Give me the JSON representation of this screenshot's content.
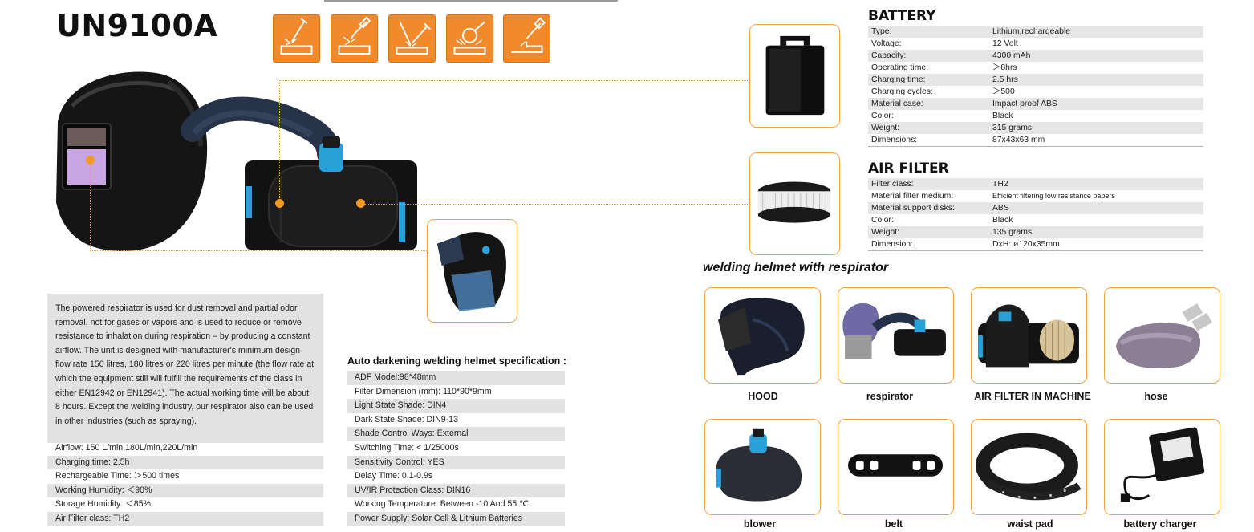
{
  "model": "UN9100A",
  "process_icons": [
    {
      "name": "stick-welding-icon"
    },
    {
      "name": "mig-welding-icon"
    },
    {
      "name": "tig-welding-icon"
    },
    {
      "name": "grinding-icon"
    },
    {
      "name": "plasma-cutting-icon"
    }
  ],
  "description": "The powered respirator is used for dust removal and partial odor removal, not for gases or vapors and is used to reduce or remove resistance to inhalation during respiration – by producing a constant airflow. The unit is designed with manufacturer's minimum design flow rate 150 litres, 180 litres or 220 litres per minute (the flow rate at which the equipment still will fulfill the requirements of the class in either EN12942 or EN12941). The actual working time will be about 8 hours. Except the welding industry, our respirator also can be used in other industries (such as spraying).",
  "respirator_specs": [
    "Airflow: 150 L/min,180L/min,220L/min",
    "Charging time: 2.5h",
    "Rechargeable Time: ＞500 times",
    "Working Humidity: ＜90%",
    "Storage Humidity: ＜85%",
    "Air Filter class: TH2"
  ],
  "adf": {
    "title": "Auto darkening welding helmet specification :",
    "specs": [
      "ADF Model:98*48mm",
      "Filter Dimension (mm): 110*90*9mm",
      "Light State Shade: DIN4",
      "Dark State Shade: DIN9-13",
      "Shade Control Ways: External",
      "Switching Time: < 1/25000s",
      "Sensitivity Control: YES",
      "Delay Time: 0.1-0.9s",
      "UV/IR Protection Class: DIN16",
      "Working Temperature: Between -10 And 55 ℃",
      "Power Supply: Solar Cell & Lithium Batteries"
    ]
  },
  "battery": {
    "title": "BATTERY",
    "rows": [
      {
        "k": "Type:",
        "v": "Lithium,rechargeable"
      },
      {
        "k": "Voltage:",
        "v": "12 Volt"
      },
      {
        "k": "Capacity:",
        "v": "4300 mAh"
      },
      {
        "k": "Operating time:",
        "v": "＞8hrs"
      },
      {
        "k": "Charging time:",
        "v": "2.5 hrs"
      },
      {
        "k": "Charging cycles:",
        "v": "＞500"
      },
      {
        "k": "Material case:",
        "v": "Impact proof ABS"
      },
      {
        "k": "Color:",
        "v": "Black"
      },
      {
        "k": "Weight:",
        "v": "315 grams"
      },
      {
        "k": "Dimensions:",
        "v": "87x43x63 mm"
      }
    ]
  },
  "air_filter": {
    "title": "AIR FILTER",
    "rows": [
      {
        "k": "Filter class:",
        "v": "TH2"
      },
      {
        "k": "Material filter medium:",
        "v": "Efficient filtering low resistance papers"
      },
      {
        "k": "Material support disks:",
        "v": "ABS"
      },
      {
        "k": "Color:",
        "v": "Black"
      },
      {
        "k": "Weight:",
        "v": "135 grams"
      },
      {
        "k": "Dimension:",
        "v": "DxH:  ø120x35mm"
      }
    ]
  },
  "section_heading": "welding helmet with respirator",
  "accessories": [
    "HOOD",
    "respirator",
    "AIR FILTER IN MACHINE",
    "hose",
    "blower",
    "belt",
    "waist pad",
    "battery charger"
  ],
  "colors": {
    "accent": "#f08a2c",
    "marker": "#f29a25",
    "row_shade": "#e2e2e2",
    "respirator_blue": "#2aa0d8"
  }
}
